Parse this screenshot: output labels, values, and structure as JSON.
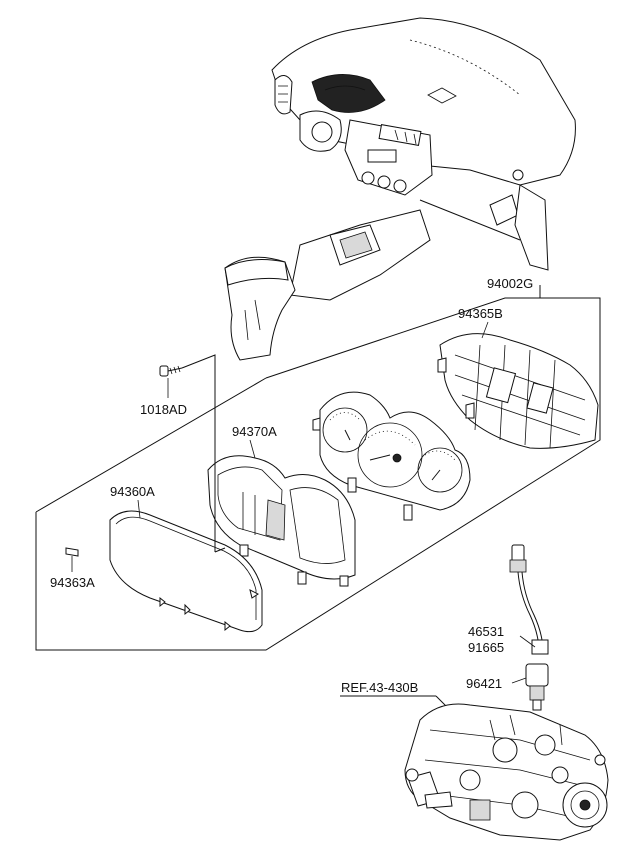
{
  "labels": {
    "assembly": "94002G",
    "pcb_housing": "94365B",
    "screw": "1018AD",
    "face_panel": "94370A",
    "glass": "94360A",
    "clip": "94363A",
    "sensor_a": "46531",
    "sensor_b": "91665",
    "speed_sensor": "96421",
    "reference": "REF.43-430B"
  }
}
